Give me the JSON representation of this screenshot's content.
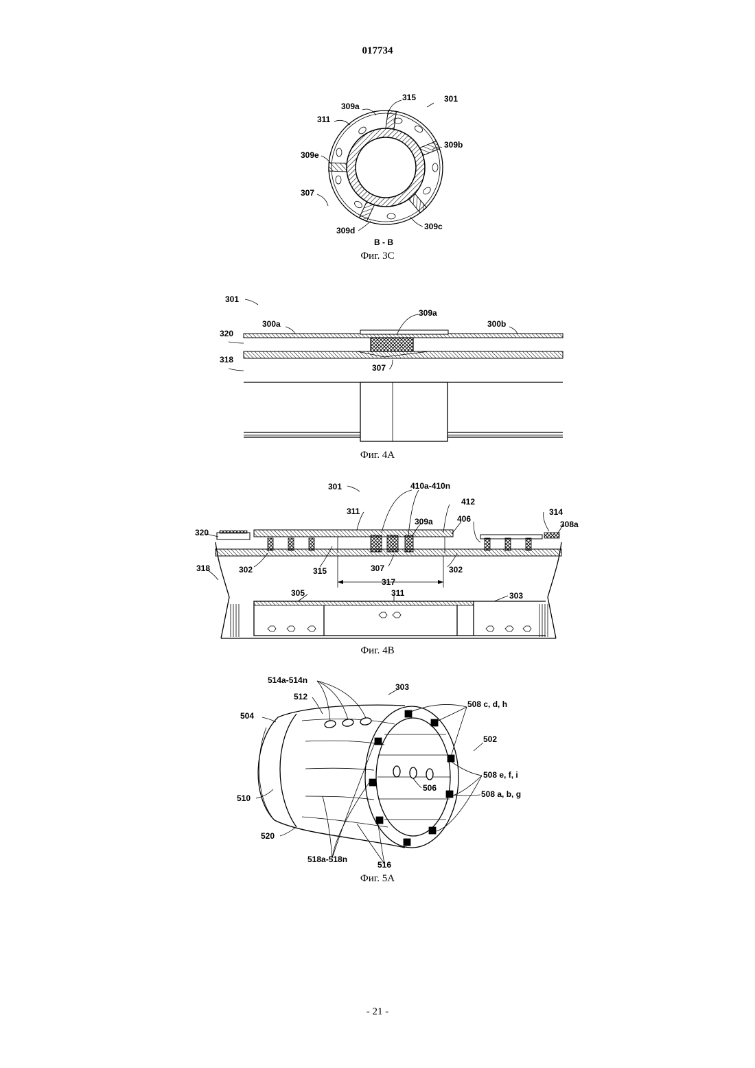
{
  "document_number": "017734",
  "page_number": "- 21 -",
  "figures": {
    "fig3c": {
      "caption": "Фиг. 3C",
      "section_label": "B - B",
      "labels": {
        "l301": "301",
        "l315": "315",
        "l309a": "309a",
        "l311": "311",
        "l309b": "309b",
        "l309e": "309e",
        "l307": "307",
        "l309d": "309d",
        "l309c": "309c"
      }
    },
    "fig4a": {
      "caption": "Фиг. 4A",
      "labels": {
        "l301": "301",
        "l309a": "309a",
        "l300a": "300a",
        "l300b": "300b",
        "l320": "320",
        "l318": "318",
        "l307": "307"
      }
    },
    "fig4b": {
      "caption": "Фиг. 4B",
      "labels": {
        "l301": "301",
        "l410": "410a-410n",
        "l412": "412",
        "l311": "311",
        "l309a": "309a",
        "l406": "406",
        "l314": "314",
        "l308a": "308a",
        "l320": "320",
        "l318": "318",
        "l302a": "302",
        "l315": "315",
        "l307": "307",
        "l302b": "302",
        "l317": "317",
        "l305": "305",
        "l311b": "311",
        "l303": "303"
      }
    },
    "fig5a": {
      "caption": "Фиг. 5A",
      "labels": {
        "l514": "514a-514n",
        "l303": "303",
        "l512": "512",
        "l508cdh": "508 c, d, h",
        "l504": "504",
        "l502": "502",
        "l508efi": "508 e, f, i",
        "l506": "506",
        "l508abg": "508 a, b, g",
        "l510": "510",
        "l520": "520",
        "l518": "518a-518n",
        "l516": "516"
      }
    }
  }
}
